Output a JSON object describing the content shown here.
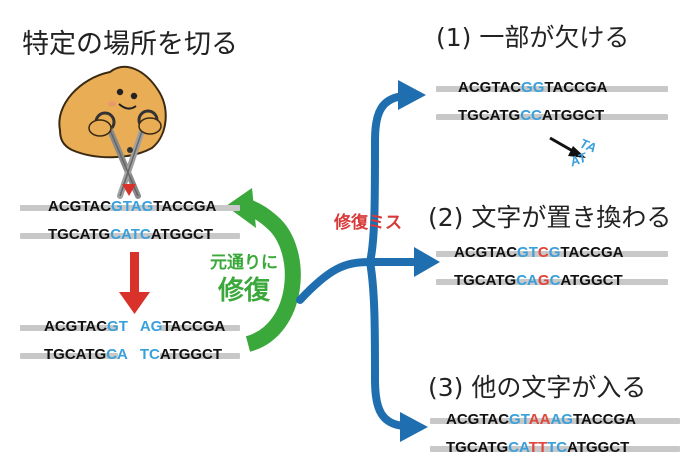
{
  "title_main": "特定の場所を切る",
  "case1_title": "(1) 一部が欠ける",
  "case2_title": "(2) 文字が置き換わる",
  "case3_title": "(3) 他の文字が入る",
  "repair_error_label": "修復ミス",
  "restore_label_1": "元通りに",
  "restore_label_2": "修復",
  "colors": {
    "blue": "#3aa0dc",
    "red": "#e0453a",
    "green": "#3aa83a",
    "arrow_blue": "#1f6fb0",
    "arrow_red": "#d8322a",
    "strand": "#c8c8c8"
  },
  "icons": [
    "scissors-icon",
    "cell-character-icon"
  ],
  "original": {
    "top": {
      "a": "ACGTAC",
      "b": "GTAG",
      "c": "TACCGA"
    },
    "bottom": {
      "a": "TGCATG",
      "b": "CATC",
      "c": "ATGGCT"
    }
  },
  "cut": {
    "top": {
      "a": "ACGTAC",
      "b": "GT",
      "c": "AG",
      "d": "TACCGA"
    },
    "bottom": {
      "a": "TGCATG",
      "b": "CA",
      "c": "TC",
      "d": "ATGGCT"
    }
  },
  "case1": {
    "top": {
      "a": "ACGTAC",
      "b": "GG",
      "c": "TACCGA"
    },
    "bottom": {
      "a": "TGCATG",
      "b": "CC",
      "c": "ATGGCT"
    },
    "removed_1": "TA",
    "removed_2": "AT"
  },
  "case2": {
    "top": {
      "a": "ACGTAC",
      "b": "GT",
      "c": "C",
      "d": "G",
      "e": "TACCGA"
    },
    "bottom": {
      "a": "TGCATG",
      "b": "CA",
      "c": "G",
      "d": "C",
      "e": "ATGGCT"
    }
  },
  "case3": {
    "top": {
      "a": "ACGTAC",
      "b": "GT",
      "c": "AA",
      "d": "AG",
      "e": "TACCGA"
    },
    "bottom": {
      "a": "TGCATG",
      "b": "CA",
      "c": "TT",
      "d": "TC",
      "e": "ATGGCT"
    }
  }
}
